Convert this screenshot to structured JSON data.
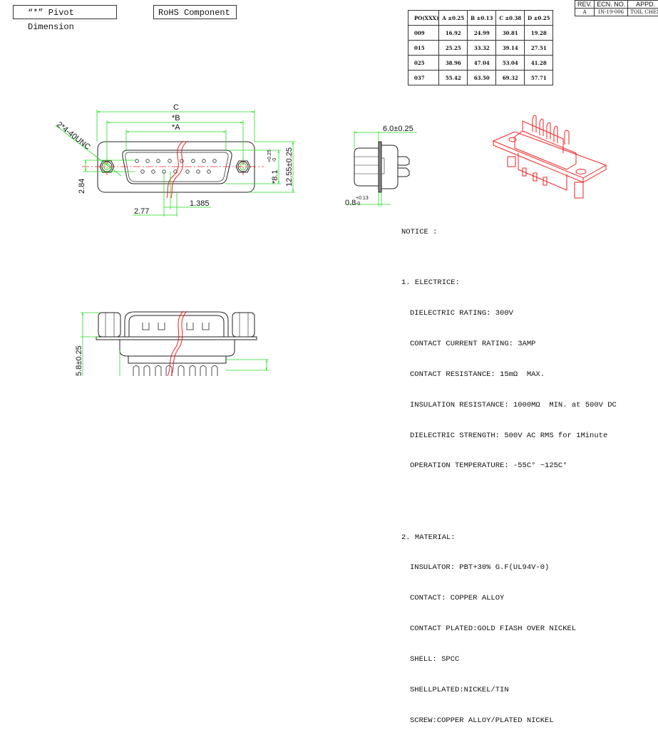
{
  "labels": {
    "pivot_dimension": "“*” Pivot Dimension",
    "rohs": "RoHS  Component"
  },
  "revision_table": {
    "headers": [
      "REV.",
      "ECN. NO.",
      "APPD."
    ],
    "rows": [
      [
        "A",
        "IN-19-006",
        "TOIL CHEN"
      ]
    ]
  },
  "dimension_table": {
    "headers": [
      "PO(XXX)",
      "A ±0.25",
      "B ±0.13",
      "C ±0.38",
      "D ±0.25"
    ],
    "rows": [
      [
        "009",
        "16.92",
        "24.99",
        "30.81",
        "19.28"
      ],
      [
        "015",
        "25.25",
        "33.32",
        "39.14",
        "27.51"
      ],
      [
        "025",
        "38.96",
        "47.04",
        "53.04",
        "41.28"
      ],
      [
        "037",
        "55.42",
        "63.50",
        "69.32",
        "57.71"
      ]
    ]
  },
  "front_view": {
    "dim_c": "C",
    "dim_b": "*B",
    "dim_a": "*A",
    "thread": "2*4-40UNC",
    "dim_284": "2.84",
    "dim_277": "2.77",
    "dim_1385": "1.385",
    "dim_81": "*8.1",
    "dim_81_tol_plus": "+0.25",
    "dim_81_tol_minus": "-0",
    "dim_1255": "12.55±0.25"
  },
  "side_view": {
    "dim_60": "6.0±0.25",
    "dim_08": "0.8",
    "dim_08_tol_plus": "+0.13",
    "dim_08_tol_minus": "-0"
  },
  "bottom_view": {
    "dim_58": "5.8±0.25"
  },
  "colors": {
    "dimension": "#22dd22",
    "centerline": "#ee2222",
    "outline": "#222222",
    "iso": "#ee2222"
  },
  "notice": {
    "title": "NOTICE :",
    "sections": [
      {
        "heading": "1. ELECTRICE:",
        "items": [
          "DIELECTRIC RATING: 300V",
          "CONTACT CURRENT RATING: 3AMP",
          "CONTACT RESISTANCE: 15mΩ  MAX.",
          "INSULATION RESISTANCE: 1000MΩ  MIN. at 500V DC",
          "DIELECTRIC STRENGTH: 500V AC RMS for 1Minute",
          "OPERATION TEMPERATURE: -55C° ~125C°"
        ]
      },
      {
        "heading": "2. MATERIAL:",
        "items": [
          "INSULATOR: PBT+30% G.F(UL94V-0)",
          "CONTACT: COPPER ALLOY",
          "CONTACT PLATED:GOLD FIASH OVER NICKEL",
          "SHELL: SPCC",
          "SHELLPLATED:NICKEL/TIN",
          "SCREW:COPPER ALLOY/PLATED NICKEL"
        ]
      }
    ]
  }
}
